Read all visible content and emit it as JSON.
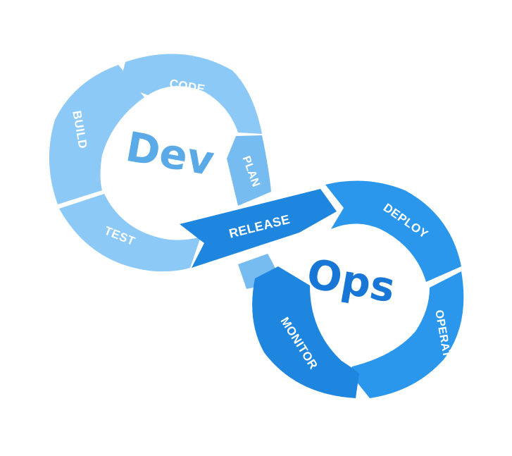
{
  "colors": {
    "dev_light": "#8cc9f7",
    "dev_mid": "#76bcf0",
    "dev_text": "#5aaae8",
    "ops_light": "#2a97ec",
    "ops_dark": "#1f86e0",
    "ops_text": "#1877d6",
    "background": "#ffffff"
  },
  "diagram": {
    "dev_title": "Dev",
    "ops_title": "Ops",
    "dev_stages": {
      "code": "CODE",
      "build": "BUILD",
      "test": "TEST",
      "plan": "PLAN"
    },
    "release": "RELEASE",
    "ops_stages": {
      "deploy": "DEPLOY",
      "operate": "OPERATE",
      "monitor": "MONITOR"
    }
  }
}
